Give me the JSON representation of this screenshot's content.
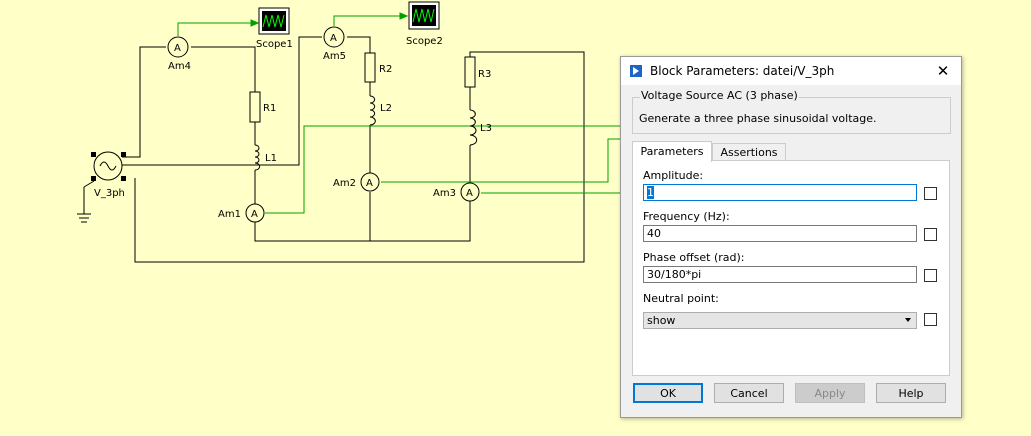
{
  "diagram": {
    "source": {
      "label": "V_3ph"
    },
    "ammeters": [
      {
        "id": "am4",
        "label": "Am4",
        "symbol": "A"
      },
      {
        "id": "am5",
        "label": "Am5",
        "symbol": "A"
      },
      {
        "id": "am1",
        "label": "Am1",
        "symbol": "A"
      },
      {
        "id": "am2",
        "label": "Am2",
        "symbol": "A"
      },
      {
        "id": "am3",
        "label": "Am3",
        "symbol": "A"
      }
    ],
    "resistors": [
      "R1",
      "R2",
      "R3"
    ],
    "inductors": [
      "L1",
      "L2",
      "L3"
    ],
    "scopes": [
      "Scope1",
      "Scope2"
    ],
    "signal_color": "#00a000",
    "wire_color": "#000000"
  },
  "dialog": {
    "title": "Block Parameters: datei/V_3ph",
    "close_glyph": "✕",
    "group_title": "Voltage Source AC (3 phase)",
    "description": "Generate a three phase sinusoidal voltage.",
    "tabs": [
      {
        "label": "Parameters",
        "active": true
      },
      {
        "label": "Assertions",
        "active": false
      }
    ],
    "params": {
      "amplitude": {
        "label": "Amplitude:",
        "value": "1"
      },
      "frequency": {
        "label": "Frequency (Hz):",
        "value": "40"
      },
      "phase": {
        "label": "Phase offset (rad):",
        "value": "30/180*pi"
      },
      "neutral": {
        "label": "Neutral point:",
        "value": "show"
      }
    },
    "buttons": {
      "ok": "OK",
      "cancel": "Cancel",
      "apply": "Apply",
      "help": "Help"
    },
    "accent_color": "#0078d7"
  }
}
